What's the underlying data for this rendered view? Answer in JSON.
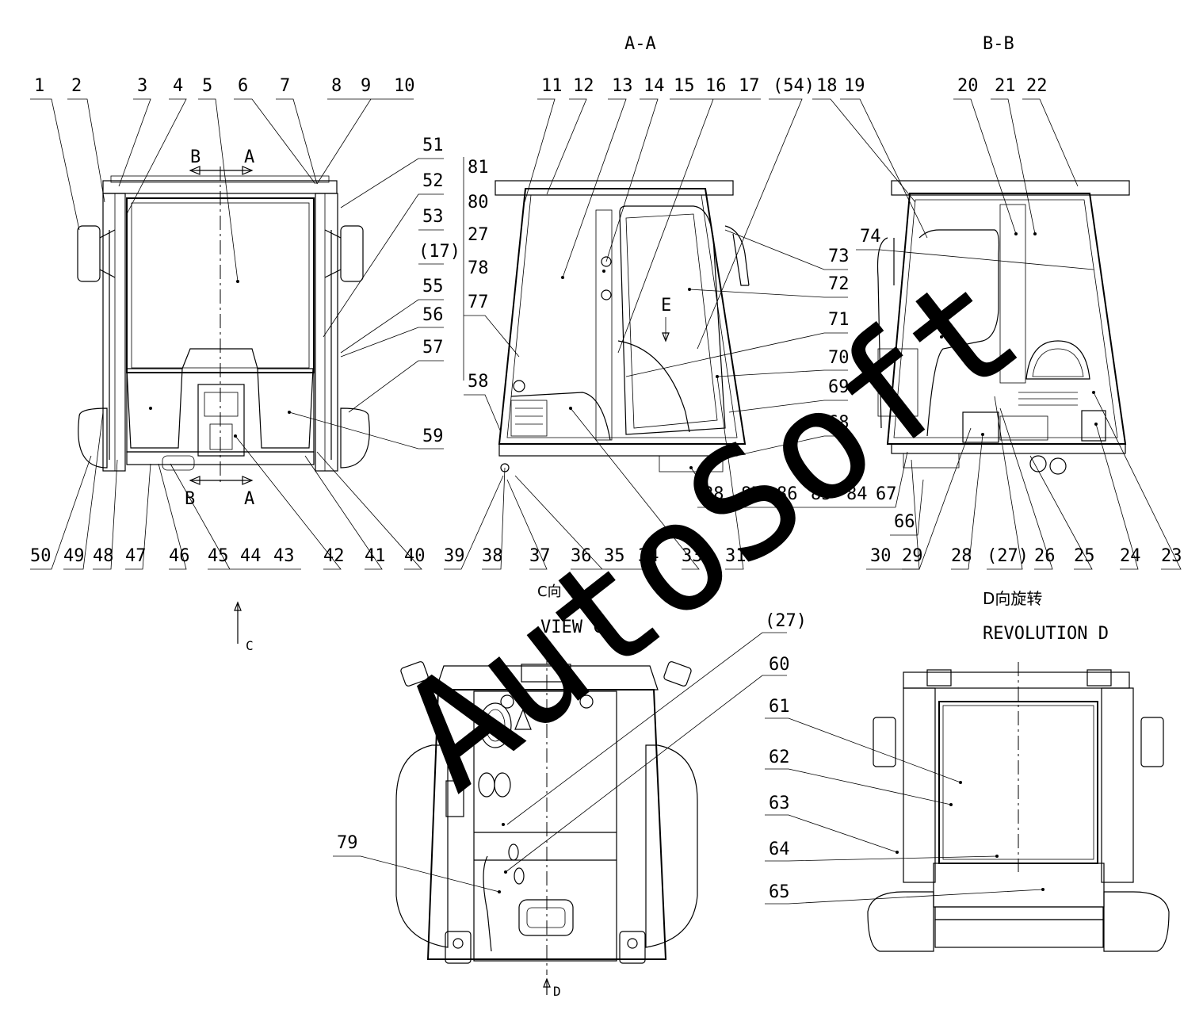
{
  "views": {
    "section_aa": "A-A",
    "section_bb": "B-B",
    "view_c": "VIEW C",
    "rotation_cn": "D向旋转",
    "rotation_en": "REVOLUTION D",
    "c_direction_cn": "C向"
  },
  "markers": {
    "a": "A",
    "b": "B",
    "c": "C",
    "d": "D",
    "e": "E"
  },
  "watermark": "AutoSoft",
  "callouts": {
    "top_front": [
      "1",
      "2",
      "3",
      "4",
      "5",
      "6",
      "7",
      "8",
      "9",
      "10"
    ],
    "top_aa": [
      "11",
      "12",
      "13",
      "14",
      "15",
      "16",
      "17",
      "(54)",
      "18",
      "19"
    ],
    "top_bb": [
      "20",
      "21",
      "22"
    ],
    "right_front": [
      "51",
      "52",
      "53",
      "(17)",
      "55",
      "56",
      "57",
      "59"
    ],
    "left_aa": [
      "81",
      "80",
      "27",
      "78",
      "77",
      "58"
    ],
    "right_aa": [
      "73",
      "72",
      "71",
      "70",
      "69",
      "68",
      "74"
    ],
    "bottom_mid": [
      "88",
      "87",
      "86",
      "85",
      "84",
      "67",
      "66"
    ],
    "bottom_front": [
      "50",
      "49",
      "48",
      "47",
      "46",
      "45",
      "44",
      "43",
      "42",
      "41",
      "40",
      "39",
      "38",
      "37",
      "36",
      "35",
      "34",
      "33",
      "31"
    ],
    "bottom_bb": [
      "30",
      "29",
      "28",
      "(27)",
      "26",
      "25",
      "24",
      "23"
    ],
    "view_c": [
      "(27)",
      "60",
      "79"
    ],
    "view_d": [
      "61",
      "62",
      "63",
      "64",
      "65"
    ]
  }
}
